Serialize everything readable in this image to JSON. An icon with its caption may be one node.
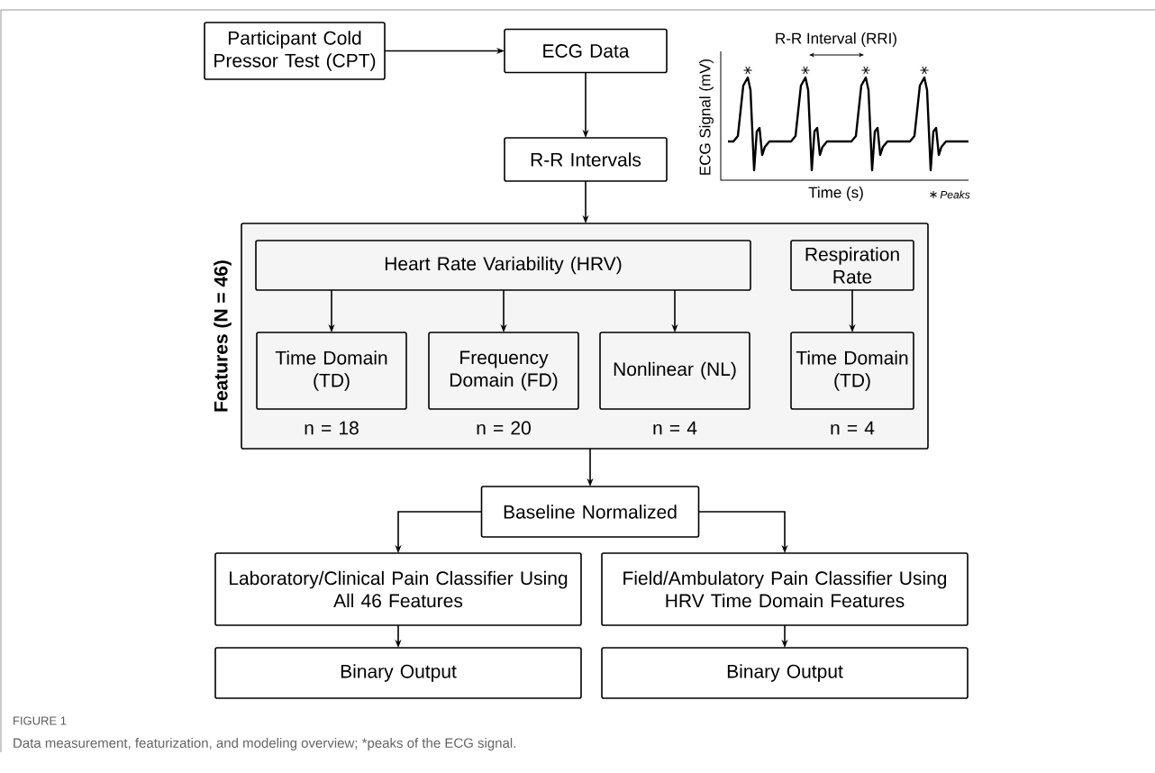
{
  "diagram": {
    "caption": "Data measurement, featurization, and modeling overview; *peaks of the ECG signal.",
    "nodes": [
      {
        "text": [
          "Participant Cold Pressor Test (CPT)"
        ]
      },
      {
        "text": [
          "ECG Data"
        ]
      },
      {
        "text": [
          "R-R Intervals"
        ]
      },
      {
        "text": [
          "Features (N = 46)"
        ]
      },
      {
        "text": [
          "Heart Rate Variability (HRV)"
        ],
        "in": 3
      },
      {
        "text": [
          "Respiration Rate"
        ],
        "in": 3
      },
      {
        "text": [
          "Time Domain (TD)"
        ],
        "in": 3,
        "beside": [
          "n = 18"
        ]
      },
      {
        "text": [
          "Frequency Domain (FD)"
        ],
        "in": 3,
        "beside": [
          "n = 20"
        ]
      },
      {
        "text": [
          "Nonlinear (NL)"
        ],
        "in": 3,
        "beside": [
          "n = 4"
        ]
      },
      {
        "text": [
          "Time Domain (TD)"
        ],
        "in": 3,
        "beside": [
          "n = 4"
        ]
      },
      {
        "text": [
          "Baseline Normalized"
        ]
      },
      {
        "text": [
          "Laboratory/Clinical Pain Classifier Using All 46 Features"
        ]
      },
      {
        "text": [
          "Field/Ambulatory Pain Classifier Using HRV Time Domain Features"
        ]
      },
      {
        "text": [
          "Binary Output"
        ]
      },
      {
        "text": [
          "Binary Output"
        ]
      }
    ],
    "edges": [
      {
        "from": 0,
        "to": 1,
        "arrow": "to"
      },
      {
        "from": 1,
        "to": 2,
        "arrow": "to"
      },
      {
        "from": 2,
        "to": 3,
        "arrow": "to"
      },
      {
        "from": 4,
        "to": 6,
        "arrow": "to"
      },
      {
        "from": 4,
        "to": 7,
        "arrow": "to"
      },
      {
        "from": 4,
        "to": 8,
        "arrow": "to"
      },
      {
        "from": 5,
        "to": 9,
        "arrow": "to"
      },
      {
        "from": 3,
        "to": 10,
        "arrow": "to"
      },
      {
        "from": 10,
        "to": 11,
        "arrow": "to"
      },
      {
        "from": 10,
        "to": 12,
        "arrow": "to"
      },
      {
        "from": 11,
        "to": 13,
        "arrow": "to"
      },
      {
        "from": 12,
        "to": 14,
        "arrow": "to"
      }
    ],
    "labels": [
      "R-R Interval (RRI)",
      "ECG Signal (mV)",
      "Time (s)",
      "Peaks",
      "FIGURE 1"
    ]
  }
}
